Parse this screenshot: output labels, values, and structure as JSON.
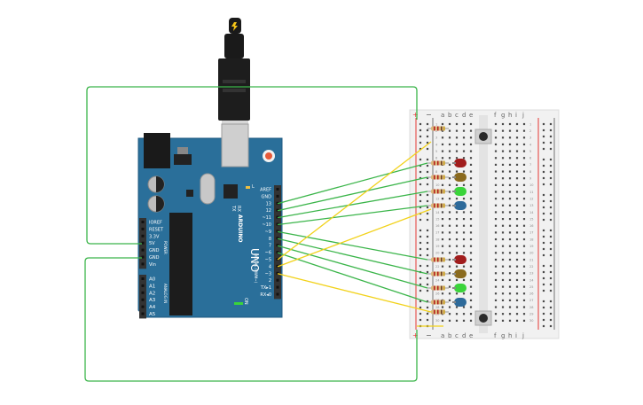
{
  "colors": {
    "wire_green": "#3bb54a",
    "wire_yellow": "#f2d21b",
    "board": "#2a6f9a",
    "board_edge": "#1f5a80",
    "header": "#333333",
    "breadboard": "#f1f1f1",
    "rail_red": "#e53935",
    "rail_blue": "#555555",
    "led_red": "#a11d1d",
    "led_yellow": "#8a6a1e",
    "led_green": "#3ad43a",
    "led_blue": "#2d6a9a"
  },
  "arduino": {
    "brand": "ARDUINO",
    "model": "UNO",
    "tx": "TX",
    "rx": "RX",
    "on": "ON",
    "l": "L",
    "digital_label": "DIGITAL (PWM~)",
    "power_label": "POWER",
    "analog_label": "ANALOG IN",
    "digital_pins": [
      "AREF",
      "GND",
      "13",
      "12",
      "~11",
      "~10",
      "~9",
      "8",
      "7",
      "~6",
      "~5",
      "4",
      "~3",
      "2",
      "TX▸1",
      "RX◂0"
    ],
    "power_pins": [
      "IOREF",
      "RESET",
      "3.3V",
      "5V",
      "GND",
      "GND",
      "Vin"
    ],
    "analog_pins": [
      "A0",
      "A1",
      "A2",
      "A3",
      "A4",
      "A5"
    ]
  },
  "breadboard": {
    "plus": "+",
    "minus": "−",
    "letters_left": [
      "a",
      "b",
      "c",
      "d",
      "e"
    ],
    "letters_right": [
      "f",
      "g",
      "h",
      "i",
      "j"
    ],
    "row_numbers": [
      "1",
      "2",
      "3",
      "4",
      "5",
      "6",
      "7",
      "8",
      "9",
      "10",
      "11",
      "12",
      "13",
      "14",
      "15",
      "16",
      "17",
      "18",
      "19",
      "20",
      "21",
      "22",
      "23",
      "24",
      "25",
      "26",
      "27",
      "28",
      "29",
      "30"
    ]
  },
  "components": {
    "buttons": 2,
    "leds": [
      "red",
      "yellow",
      "green",
      "blue",
      "red",
      "yellow",
      "green",
      "blue"
    ],
    "resistors": 10
  }
}
